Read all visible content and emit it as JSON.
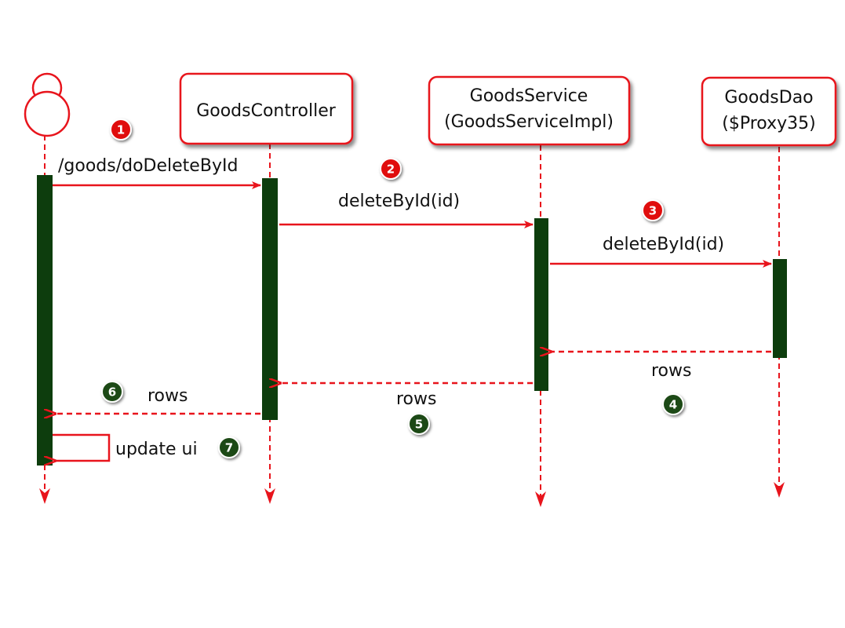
{
  "participants": [
    {
      "key": "actor",
      "lines": []
    },
    {
      "key": "controller",
      "lines": [
        "GoodsController"
      ]
    },
    {
      "key": "service",
      "lines": [
        "GoodsService",
        "(GoodsServiceImpl)"
      ]
    },
    {
      "key": "dao",
      "lines": [
        "GoodsDao",
        "($Proxy35)"
      ]
    }
  ],
  "messages": [
    {
      "step": "1",
      "label": "/goods/doDeleteById",
      "type": "call"
    },
    {
      "step": "2",
      "label": "deleteById(id)",
      "type": "call"
    },
    {
      "step": "3",
      "label": "deleteById(id)",
      "type": "call"
    },
    {
      "step": "4",
      "label": "rows",
      "type": "return"
    },
    {
      "step": "5",
      "label": "rows",
      "type": "return"
    },
    {
      "step": "6",
      "label": "rows",
      "type": "return"
    },
    {
      "step": "7",
      "label": "update ui",
      "type": "self"
    }
  ],
  "colors": {
    "line": "#e8141c",
    "box_border": "#e8141c",
    "activation": "#0d3d0d",
    "call_badge": "#e01010",
    "return_badge": "#1e4a12"
  }
}
